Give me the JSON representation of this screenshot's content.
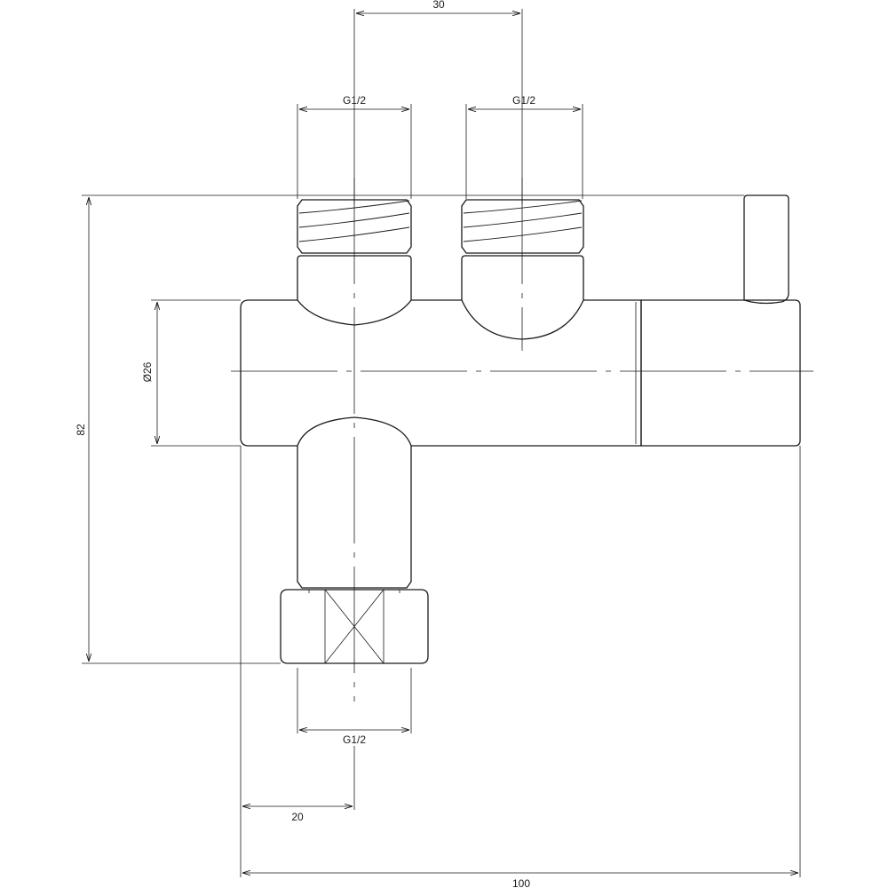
{
  "dimensions": {
    "top_spacing": "30",
    "inlet_left_thread": "G1/2",
    "inlet_right_thread": "G1/2",
    "bottom_thread": "G1/2",
    "body_diameter": "Ø26",
    "overall_height": "82",
    "offset_left": "20",
    "overall_width": "100"
  },
  "colors": {
    "line": "#1a1a1a",
    "background": "#ffffff"
  }
}
